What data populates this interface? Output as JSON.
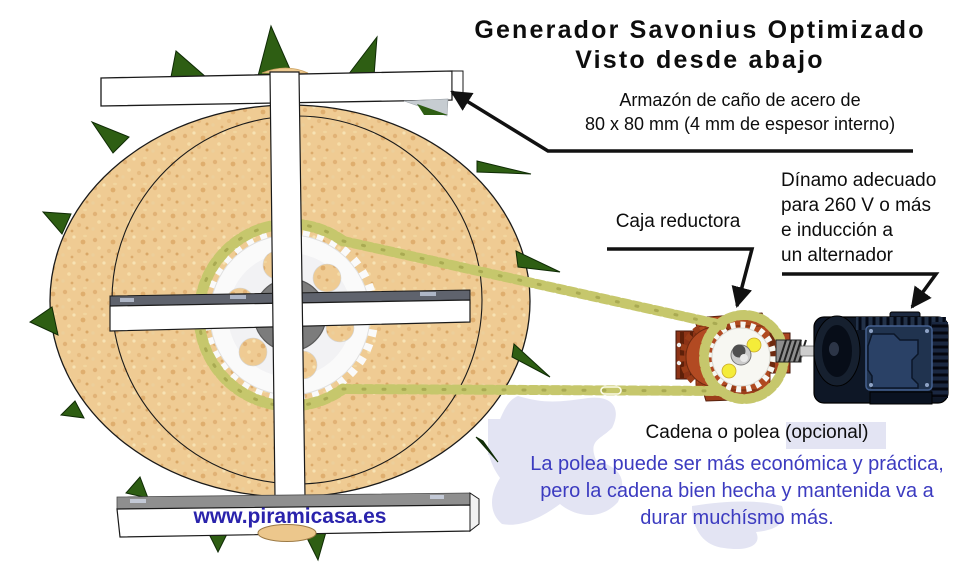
{
  "title": {
    "line1": "Generador Savonius Optimizado",
    "line2": "Visto desde abajo"
  },
  "annotations": {
    "frame": {
      "line1": "Armazón de caño de acero de",
      "line2": "80 x 80 mm (4 mm de espesor interno)"
    },
    "gearbox_label": "Caja reductora",
    "dynamo": {
      "line1": "Dínamo adecuado",
      "line2": "para 260 V o más",
      "line3": "e inducción a",
      "line4": "un alternador"
    },
    "chain_label": "Cadena o polea (opcional)",
    "pulley_note": {
      "line1": "La polea puede ser más económica y práctica,",
      "line2": "pero la cadena bien hecha y mantenida va a",
      "line3": "durar muchísmo más."
    },
    "website": "www.piramicasa.es"
  },
  "colors": {
    "rotor_disc_tan": "#efcb93",
    "spike_green": "#2e5e13",
    "chain_olive": "#c6c76c",
    "gearbox_red": "#b04a20",
    "gearbox_yellow_dot": "#f4ec39",
    "dynamo_navy": "#20334f",
    "note_blue": "#3c3bc0",
    "website_blue": "#2a23ac",
    "watermark_lavender": "#e3e4f3"
  }
}
